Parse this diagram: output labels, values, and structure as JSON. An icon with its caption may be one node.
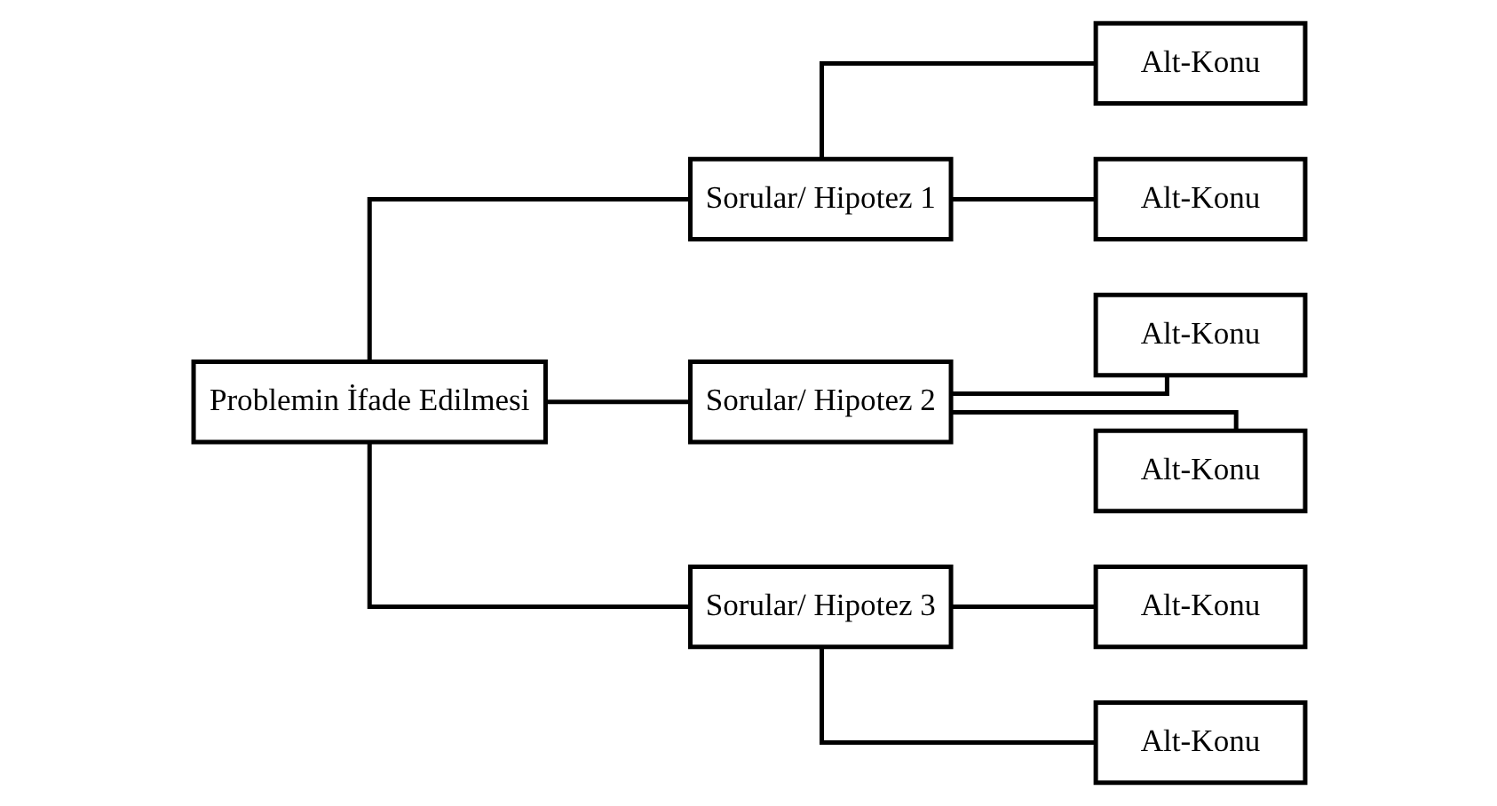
{
  "diagram": {
    "nodes": [
      {
        "text": [
          "Problemin İfade Edilmesi"
        ]
      },
      {
        "text": [
          "Sorular/ Hipotez 1"
        ]
      },
      {
        "text": [
          "Sorular/ Hipotez 2"
        ]
      },
      {
        "text": [
          "Sorular/ Hipotez 3"
        ]
      },
      {
        "text": [
          "Alt-Konu"
        ]
      },
      {
        "text": [
          "Alt-Konu"
        ]
      },
      {
        "text": [
          "Alt-Konu"
        ]
      },
      {
        "text": [
          "Alt-Konu"
        ]
      },
      {
        "text": [
          "Alt-Konu"
        ]
      },
      {
        "text": [
          "Alt-Konu"
        ]
      }
    ],
    "edges": [
      {
        "from": 0,
        "to": 1,
        "arrow": "none"
      },
      {
        "from": 0,
        "to": 2,
        "arrow": "none"
      },
      {
        "from": 0,
        "to": 3,
        "arrow": "none"
      },
      {
        "from": 1,
        "to": 4,
        "arrow": "none"
      },
      {
        "from": 1,
        "to": 5,
        "arrow": "none"
      },
      {
        "from": 2,
        "to": 6,
        "arrow": "none"
      },
      {
        "from": 2,
        "to": 7,
        "arrow": "none"
      },
      {
        "from": 3,
        "to": 8,
        "arrow": "none"
      },
      {
        "from": 3,
        "to": 9,
        "arrow": "none"
      }
    ]
  }
}
